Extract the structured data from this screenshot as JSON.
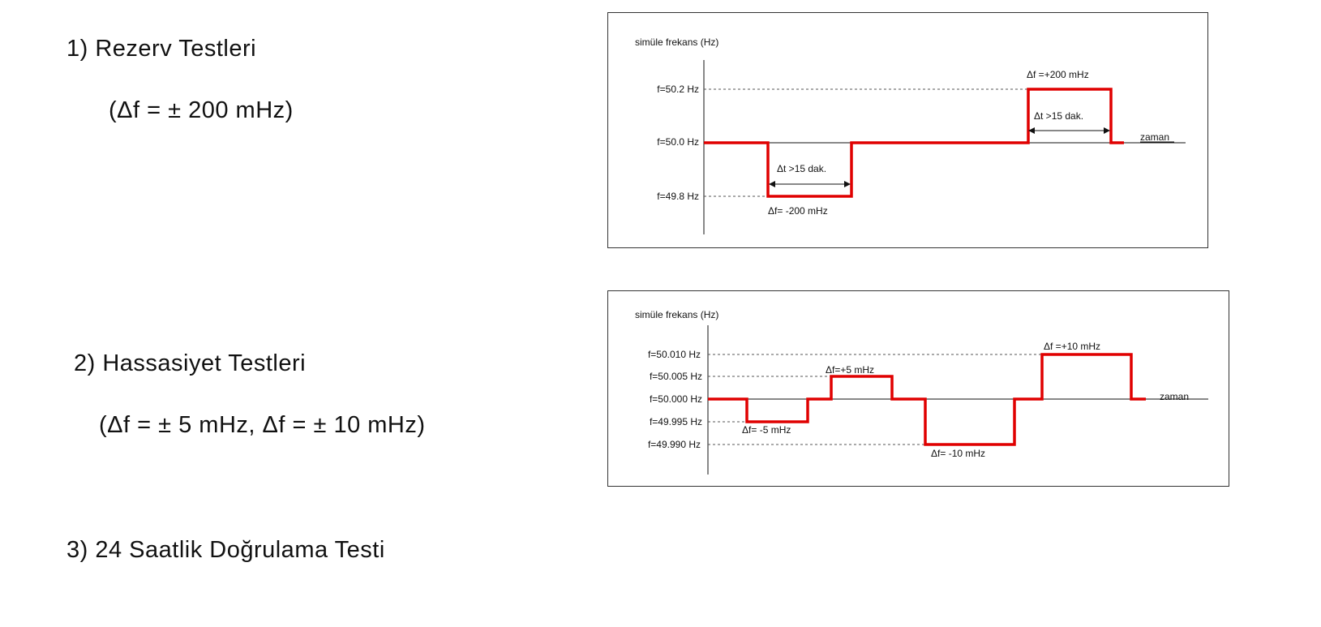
{
  "sections": [
    {
      "title": "1) Rezerv Testleri",
      "subtitle": "(Δf = ± 200 mHz)"
    },
    {
      "title": "2) Hassasiyet Testleri",
      "subtitle": "(Δf = ± 5 mHz, Δf = ± 10 mHz)"
    },
    {
      "title": "3) 24 Saatlik Doğrulama Testi"
    }
  ],
  "diagram1": {
    "ylabel": "simüle frekans (Hz)",
    "xlabel": "zaman",
    "levels": [
      "f=50.2 Hz",
      "f=50.0 Hz",
      "f=49.8 Hz"
    ],
    "step_labels": {
      "up": "Δf =+200 mHz",
      "down": "Δf= -200 mHz",
      "dt_down": "Δt >15 dak.",
      "dt_up": "Δt >15 dak."
    },
    "signal_color": "#e00000"
  },
  "diagram2": {
    "ylabel": "simüle frekans (Hz)",
    "xlabel": "zaman",
    "levels": [
      "f=50.010 Hz",
      "f=50.005 Hz",
      "f=50.000 Hz",
      "f=49.995 Hz",
      "f=49.990 Hz"
    ],
    "step_labels": {
      "minus5": "Δf= -5 mHz",
      "plus5": "Δf=+5 mHz",
      "minus10": "Δf= -10 mHz",
      "plus10": "Δf =+10 mHz"
    },
    "signal_color": "#e00000"
  }
}
